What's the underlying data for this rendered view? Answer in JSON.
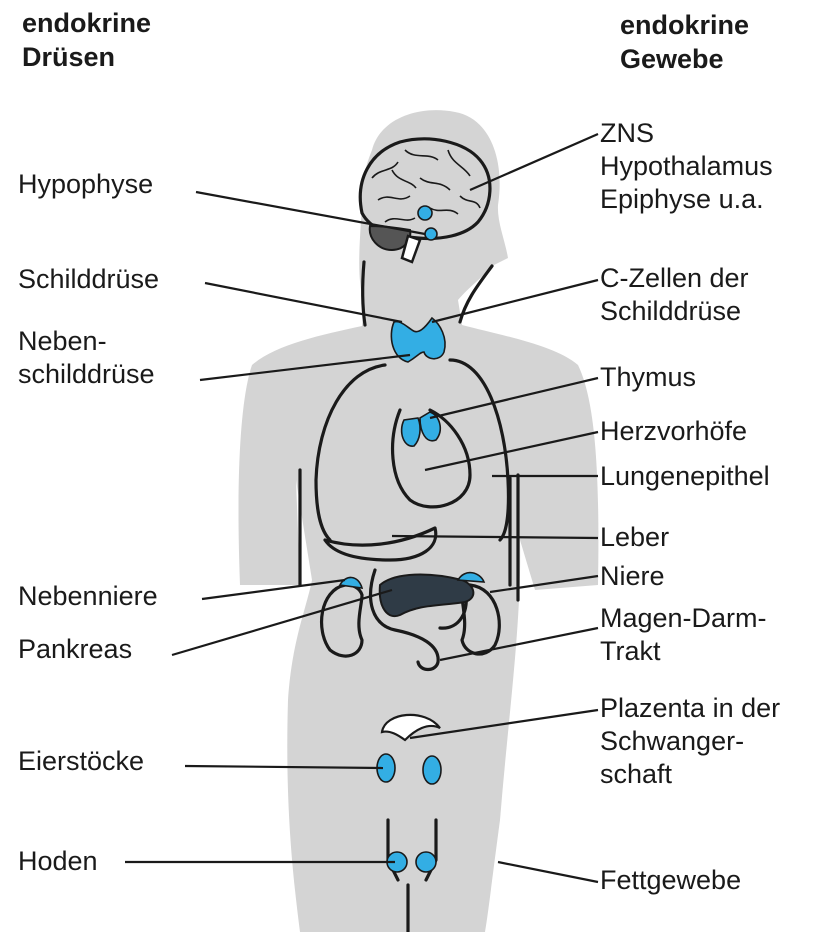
{
  "headers": {
    "left": [
      "endokrine",
      "Drüsen"
    ],
    "right": [
      "endokrine",
      "Gewebe"
    ]
  },
  "left_labels": {
    "hypophyse": "Hypophyse",
    "schilddruese": "Schilddrüse",
    "nebenschilddruese": [
      "Neben-",
      "schilddrüse"
    ],
    "nebenniere": "Nebenniere",
    "pankreas": "Pankreas",
    "eierstoecke": "Eierstöcke",
    "hoden": "Hoden"
  },
  "right_labels": {
    "zns": [
      "ZNS",
      "Hypothalamus",
      "Epiphyse u.a."
    ],
    "c_zellen": [
      "C-Zellen der",
      "Schilddrüse"
    ],
    "thymus": "Thymus",
    "herzvorhoefe": "Herzvorhöfe",
    "lungenepithel": "Lungenepithel",
    "leber": "Leber",
    "niere": "Niere",
    "magen_darm": [
      "Magen-Darm-",
      "Trakt"
    ],
    "plazenta": [
      "Plazenta in der",
      "Schwanger-",
      "schaft"
    ],
    "fettgewebe": "Fettgewebe"
  },
  "colors": {
    "gland": "#33aee4",
    "body": "#d4d4d4",
    "brain": "#e6e6e6",
    "outline": "#1a1a1a"
  }
}
